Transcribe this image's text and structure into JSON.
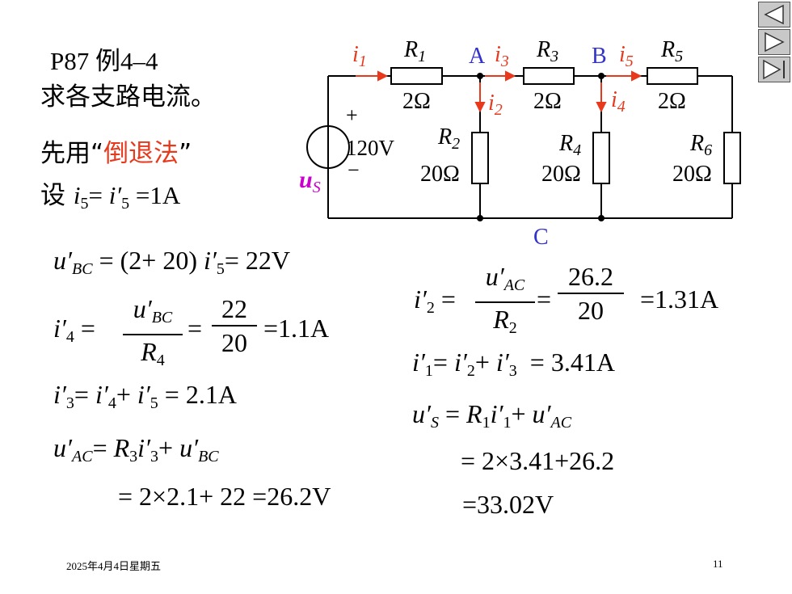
{
  "title": {
    "line1": "P87 例4–4",
    "line2": "求各支路电流。",
    "line3_a": "先用",
    "line3_q1": "“",
    "line3_red": "倒退法",
    "line3_q2": "”",
    "line4_a": "设 ",
    "line4_b": "i",
    "line4_sub1": "5",
    "line4_c": "= ",
    "line4_d": "i′",
    "line4_sub2": "5",
    "line4_e": " =1A"
  },
  "circuit": {
    "i1": "i",
    "i1_sub": "1",
    "i2": "i",
    "i2_sub": "2",
    "i3": "i",
    "i3_sub": "3",
    "i4": "i",
    "i4_sub": "4",
    "i5": "i",
    "i5_sub": "5",
    "R1": "R",
    "R1_sub": "1",
    "R1_val": "2Ω",
    "R2": "R",
    "R2_sub": "2",
    "R2_val": "20Ω",
    "R3": "R",
    "R3_sub": "3",
    "R3_val": "2Ω",
    "R4": "R",
    "R4_sub": "4",
    "R4_val": "20Ω",
    "R5": "R",
    "R5_sub": "5",
    "R5_val": "2Ω",
    "R6": "R",
    "R6_sub": "6",
    "R6_val": "20Ω",
    "node_A": "A",
    "node_B": "B",
    "node_C": "C",
    "plus": "+",
    "minus": "−",
    "source_val": "120V",
    "us": "u",
    "us_sub": "S",
    "colors": {
      "current": "#e8391d",
      "node": "#3333cc",
      "source_label": "#cc00cc"
    }
  },
  "formulas": {
    "f1": {
      "lhs": "u′",
      "lhs_sub": "BC",
      "rhs_a": " = (2+ 20) ",
      "rhs_b": "i′",
      "rhs_sub": "5",
      "rhs_c": "= 22V"
    },
    "f2": {
      "lhs": "i′",
      "lhs_sub": "4",
      "eq": "=",
      "num1": "u′",
      "num1_sub": "BC",
      "den1": "R",
      "den1_sub": "4",
      "eq2": "=",
      "num2": "22",
      "den2": "20",
      "res": "=1.1A"
    },
    "f3": {
      "a": "i′",
      "a_sub": "3",
      "b": "= ",
      "c": "i′",
      "c_sub": "4",
      "d": "+ ",
      "e": "i′",
      "e_sub": "5",
      "f": " = 2.1A"
    },
    "f4": {
      "a": "u′",
      "a_sub": "AC",
      "b": "= ",
      "c": "R",
      "c_sub": "3",
      "d": "i′",
      "d_sub": "3",
      "e": "+ ",
      "f": "u′",
      "f_sub": "BC"
    },
    "f5": {
      "text": "= 2×2.1+ 22 =26.2V"
    },
    "f6": {
      "lhs": "i′",
      "lhs_sub": "2",
      "eq": "=",
      "num1": "u′",
      "num1_sub": "AC",
      "den1": "R",
      "den1_sub": "2",
      "eq2": "=",
      "num2": "26.2",
      "den2": "20",
      "res": "=1.31A"
    },
    "f7": {
      "a": "i′",
      "a_sub": "1",
      "b": "= ",
      "c": "i′",
      "c_sub": "2",
      "d": "+ ",
      "e": "i′",
      "e_sub": "3",
      "f": "  = 3.41A"
    },
    "f8": {
      "a": "u′",
      "a_sub": "S",
      "b": " = ",
      "c": "R",
      "c_sub": "1",
      "d": "i′",
      "d_sub": "1",
      "e": "+ ",
      "f": "u′",
      "f_sub": "AC"
    },
    "f9": {
      "text": "= 2×3.41+26.2"
    },
    "f10": {
      "text": "=33.02V"
    }
  },
  "footer": {
    "date": "2025年4月4日星期五",
    "page": "11"
  },
  "nav": {
    "prev_icon": "triangle-left-icon",
    "next_icon": "triangle-right-icon",
    "last_icon": "skip-end-icon"
  }
}
